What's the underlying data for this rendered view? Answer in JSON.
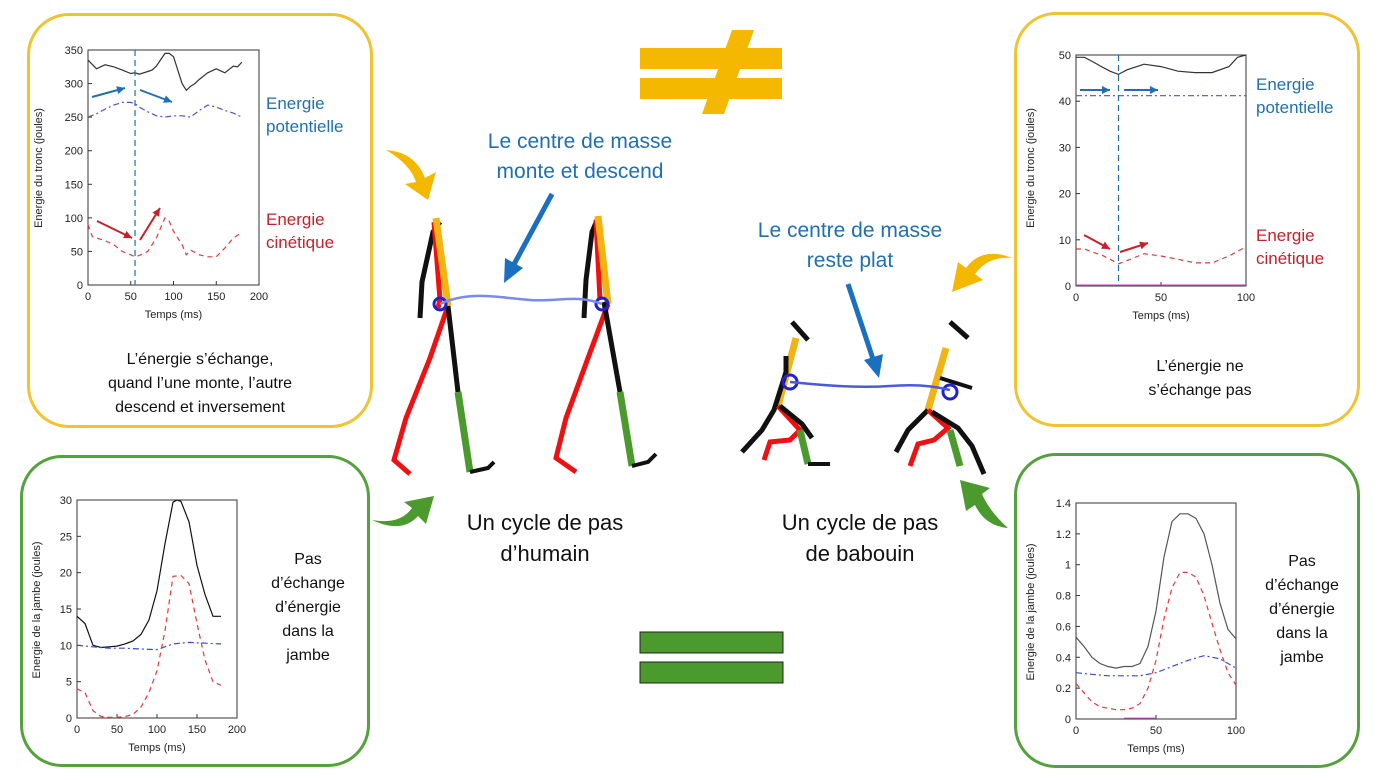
{
  "colors": {
    "yellow": "#f0c330",
    "green": "#55a13b",
    "blue_text": "#1f6fb2",
    "red_text": "#c8202a",
    "arrow_yellow": "#f5b800",
    "arrow_green": "#4b9a2e",
    "call_arrow": "#1a6fc0"
  },
  "icons": {
    "not_equal": "not-equal-icon",
    "equal": "equal-icon"
  },
  "human_trunk": {
    "legend_potential": [
      "Energie",
      "potentielle"
    ],
    "legend_kinetic": [
      "Energie",
      "cinétique"
    ],
    "description": [
      "L’énergie s’échange,",
      "quand l’une monte, l’autre",
      "descend et inversement"
    ]
  },
  "baboon_trunk": {
    "legend_potential": [
      "Energie",
      "potentielle"
    ],
    "legend_kinetic": [
      "Energie",
      "cinétique"
    ],
    "description": [
      "L’énergie ne",
      "s’échange pas"
    ]
  },
  "human_leg": {
    "description": [
      "Pas",
      "d’échange",
      "d’énergie",
      "dans la",
      "jambe"
    ]
  },
  "baboon_leg": {
    "description": [
      "Pas",
      "d’échange",
      "d’énergie",
      "dans la",
      "jambe"
    ]
  },
  "center": {
    "human_callout": [
      "Le centre de masse",
      "monte et descend"
    ],
    "baboon_callout": [
      "Le centre de masse",
      "reste plat"
    ],
    "human_caption": [
      "Un cycle de pas",
      "d’humain"
    ],
    "baboon_caption": [
      "Un cycle de pas",
      "de babouin"
    ]
  },
  "chart_data": [
    {
      "type": "line",
      "xlabel": "Temps (ms)",
      "ylabel": "Energie du tronc (joules)",
      "xlim": [
        0,
        200
      ],
      "ylim": [
        0,
        350
      ],
      "xticks": [
        "0",
        "50",
        "100",
        "150",
        "200"
      ],
      "yticks": [
        "0",
        "50",
        "100",
        "150",
        "200",
        "250",
        "300",
        "350"
      ],
      "marker_x": 55,
      "series": [
        {
          "name": "total",
          "color": "#333333",
          "dash": "none",
          "x": [
            0,
            10,
            20,
            30,
            40,
            50,
            55,
            60,
            70,
            75,
            80,
            90,
            95,
            100,
            110,
            115,
            120,
            125,
            130,
            140,
            150,
            160,
            170,
            175,
            180
          ],
          "y": [
            335,
            322,
            328,
            325,
            320,
            315,
            316,
            314,
            318,
            320,
            326,
            345,
            345,
            340,
            300,
            290,
            296,
            300,
            306,
            316,
            322,
            316,
            326,
            325,
            332
          ]
        },
        {
          "name": "potential",
          "color": "#4a56c8",
          "dash": "6,3,2,3",
          "x": [
            0,
            10,
            20,
            30,
            40,
            50,
            55,
            60,
            70,
            80,
            90,
            100,
            110,
            120,
            130,
            140,
            150,
            160,
            170,
            180
          ],
          "y": [
            250,
            255,
            262,
            268,
            272,
            272,
            270,
            265,
            258,
            252,
            250,
            252,
            252,
            250,
            260,
            268,
            265,
            260,
            256,
            250
          ]
        },
        {
          "name": "kinetic",
          "color": "#e23a3a",
          "dash": "5,4",
          "x": [
            0,
            5,
            10,
            20,
            30,
            40,
            50,
            55,
            60,
            70,
            80,
            90,
            95,
            100,
            110,
            115,
            120,
            130,
            140,
            150,
            160,
            170,
            180
          ],
          "y": [
            90,
            72,
            70,
            66,
            60,
            50,
            45,
            42,
            44,
            50,
            70,
            100,
            95,
            80,
            60,
            45,
            52,
            45,
            42,
            42,
            55,
            70,
            78
          ]
        }
      ]
    },
    {
      "type": "line",
      "xlabel": "Temps (ms)",
      "ylabel": "Energie du tronc (joules)",
      "xlim": [
        0,
        100
      ],
      "ylim": [
        0,
        50
      ],
      "xticks": [
        "0",
        "50",
        "100"
      ],
      "yticks": [
        "0",
        "10",
        "20",
        "30",
        "40",
        "50"
      ],
      "marker_x": 25,
      "series": [
        {
          "name": "total",
          "color": "#333333",
          "dash": "none",
          "x": [
            0,
            5,
            10,
            15,
            20,
            25,
            30,
            40,
            50,
            60,
            70,
            80,
            90,
            95,
            100
          ],
          "y": [
            49.5,
            49.5,
            48.5,
            47.5,
            46.5,
            45.8,
            46.8,
            48,
            47.5,
            46.5,
            46.2,
            46.2,
            47.5,
            49.5,
            50
          ]
        },
        {
          "name": "potential",
          "color": "#4a56c8",
          "dash": "6,3,2,3",
          "x": [
            0,
            100
          ],
          "y": [
            41.2,
            41.2
          ]
        },
        {
          "name": "kinetic",
          "color": "#e23a3a",
          "dash": "5,4",
          "x": [
            0,
            5,
            10,
            15,
            20,
            25,
            30,
            40,
            50,
            60,
            70,
            80,
            90,
            100
          ],
          "y": [
            8,
            8,
            7.3,
            6.7,
            5.8,
            4.8,
            5.5,
            7,
            6.5,
            5.8,
            5,
            5,
            6.5,
            8.5
          ]
        },
        {
          "name": "baseline",
          "color": "#c040c0",
          "dash": "none",
          "x": [
            0,
            100
          ],
          "y": [
            0.2,
            0.2
          ]
        }
      ]
    },
    {
      "type": "line",
      "xlabel": "Temps (ms)",
      "ylabel": "Energie de la jambe (joules)",
      "xlim": [
        0,
        200
      ],
      "ylim": [
        0,
        30
      ],
      "xticks": [
        "0",
        "50",
        "100",
        "150",
        "200"
      ],
      "yticks": [
        "0",
        "5",
        "10",
        "15",
        "20",
        "25",
        "30"
      ],
      "series": [
        {
          "name": "total",
          "color": "#111111",
          "dash": "none",
          "x": [
            0,
            10,
            20,
            30,
            40,
            50,
            60,
            70,
            80,
            90,
            100,
            110,
            120,
            125,
            130,
            140,
            150,
            160,
            170,
            180
          ],
          "y": [
            14,
            13,
            10,
            9.7,
            9.8,
            9.9,
            10.2,
            10.6,
            11.5,
            13.5,
            17.5,
            24,
            29.7,
            30,
            29.8,
            27,
            21,
            17,
            14,
            14
          ]
        },
        {
          "name": "potential",
          "color": "#3a4ad0",
          "dash": "6,3,2,3",
          "x": [
            0,
            20,
            40,
            60,
            80,
            100,
            120,
            140,
            160,
            180
          ],
          "y": [
            10,
            9.8,
            9.6,
            9.6,
            9.5,
            9.4,
            10.2,
            10.4,
            10.3,
            10.2
          ]
        },
        {
          "name": "kinetic",
          "color": "#e23a3a",
          "dash": "5,4",
          "x": [
            0,
            10,
            20,
            30,
            40,
            50,
            60,
            70,
            80,
            90,
            100,
            110,
            120,
            130,
            140,
            150,
            160,
            170,
            180
          ],
          "y": [
            4,
            3.5,
            1,
            0.2,
            0.1,
            0.1,
            0.2,
            0.5,
            1.5,
            3.5,
            6.5,
            12,
            19.5,
            19.6,
            18.5,
            13,
            8,
            5,
            4.5
          ]
        }
      ]
    },
    {
      "type": "line",
      "xlabel": "Temps (ms)",
      "ylabel": "Energie de la jambe (joules)",
      "xlim": [
        0,
        100
      ],
      "ylim": [
        0,
        1.4
      ],
      "xticks": [
        "0",
        "50",
        "100"
      ],
      "yticks": [
        "0",
        "0.2",
        "0.4",
        "0.6",
        "0.8",
        "1",
        "1.2",
        "1.4"
      ],
      "series": [
        {
          "name": "total",
          "color": "#555555",
          "dash": "none",
          "x": [
            0,
            5,
            10,
            15,
            20,
            25,
            30,
            35,
            40,
            45,
            50,
            55,
            60,
            65,
            70,
            75,
            80,
            85,
            90,
            95,
            100
          ],
          "y": [
            0.53,
            0.47,
            0.4,
            0.36,
            0.34,
            0.33,
            0.34,
            0.34,
            0.36,
            0.47,
            0.7,
            1.05,
            1.28,
            1.33,
            1.33,
            1.3,
            1.2,
            1.0,
            0.75,
            0.58,
            0.52
          ]
        },
        {
          "name": "potential",
          "color": "#3a4ad0",
          "dash": "6,3,2,3",
          "x": [
            0,
            10,
            20,
            30,
            40,
            50,
            60,
            70,
            80,
            90,
            100
          ],
          "y": [
            0.3,
            0.29,
            0.28,
            0.28,
            0.28,
            0.3,
            0.34,
            0.38,
            0.41,
            0.39,
            0.33
          ]
        },
        {
          "name": "kinetic",
          "color": "#e23a3a",
          "dash": "5,4",
          "x": [
            0,
            5,
            10,
            15,
            20,
            25,
            30,
            35,
            40,
            45,
            50,
            55,
            60,
            65,
            70,
            75,
            80,
            85,
            90,
            95,
            100
          ],
          "y": [
            0.23,
            0.17,
            0.11,
            0.08,
            0.07,
            0.06,
            0.06,
            0.07,
            0.1,
            0.2,
            0.38,
            0.65,
            0.85,
            0.95,
            0.95,
            0.92,
            0.8,
            0.62,
            0.45,
            0.3,
            0.22
          ]
        },
        {
          "name": "baseline",
          "color": "#c040c0",
          "dash": "none",
          "x": [
            30,
            50
          ],
          "y": [
            0.005,
            0.005
          ]
        }
      ]
    }
  ]
}
